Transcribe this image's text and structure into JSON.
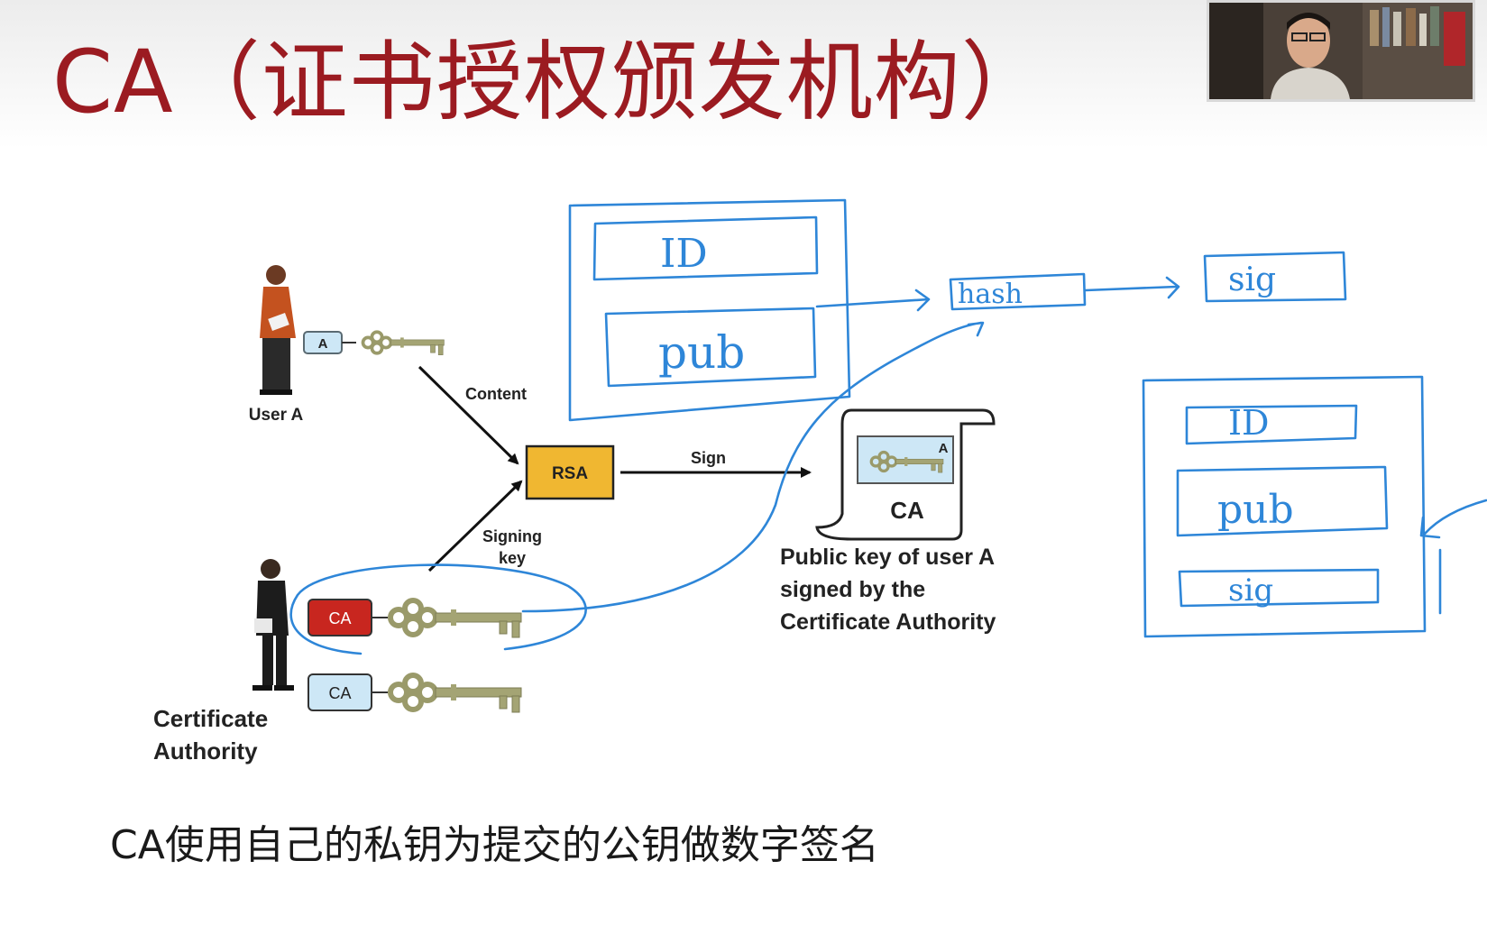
{
  "slide": {
    "title": "CA（证书授权颁发机构）",
    "caption": "CA使用自己的私钥为提交的公钥做数字签名"
  },
  "diagram": {
    "user_label": "User A",
    "user_tag": "A",
    "content_label": "Content",
    "rsa_label": "RSA",
    "sign_label": "Sign",
    "signing_key_label_line1": "Signing",
    "signing_key_label_line2": "key",
    "ca_private_tag": "CA",
    "ca_public_tag": "CA",
    "ca_label_line1": "Certificate",
    "ca_label_line2": "Authority",
    "cert_tag": "A",
    "cert_title": "CA",
    "cert_desc_line1": "Public key of user A",
    "cert_desc_line2": "signed by the",
    "cert_desc_line3": "Certificate Authority",
    "colors": {
      "title": "#9b1b21",
      "rsa_fill": "#f0b731",
      "ca_private_fill": "#c8261f",
      "tag_fill": "#cde7f6",
      "annotation": "#2e86d8"
    }
  },
  "annotations": {
    "box1_id": "ID",
    "box1_pub": "pub",
    "hash": "hash",
    "sig": "sig",
    "box2_id": "ID",
    "box2_pub": "pub",
    "box2_sig": "sig"
  }
}
